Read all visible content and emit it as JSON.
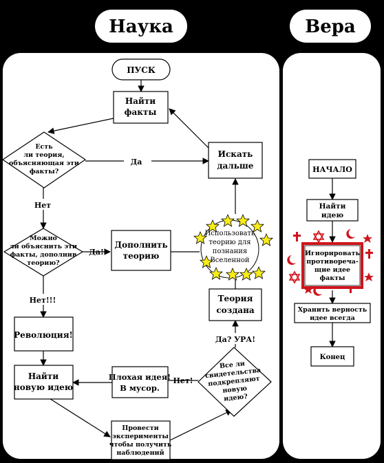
{
  "headers": {
    "science": "Наука",
    "faith": "Вера"
  },
  "science": {
    "start": "ПУСК",
    "find_facts": [
      "Найти",
      "факты"
    ],
    "decision_theory": [
      "Есть",
      "ли теория,",
      "объясняющая эти",
      "факты?"
    ],
    "yes_label": "Да",
    "look_further": [
      "Искать",
      "дальше"
    ],
    "no_label": "Нет",
    "decision_extend": [
      "Можно",
      "ли объяснить эти",
      "факты, дополнив",
      "теорию?"
    ],
    "yes_excl_label": "Да!",
    "extend_theory": [
      "Дополнить",
      "теорию"
    ],
    "use_theory": [
      "Использовать",
      "теорию для",
      "познания",
      "Вселенной"
    ],
    "no_excl_label": "Нет!!!",
    "revolution": "Революция!",
    "theory_created": [
      "Теория",
      "создана"
    ],
    "yes_hooray_label": "Да? УРА!",
    "find_new_idea": [
      "Найти",
      "новую идею"
    ],
    "bad_idea": [
      "Плохая идея!",
      "В мусор."
    ],
    "no_excl2_label": "Нет!",
    "decision_evidence": [
      "Все ли",
      "свидетельства",
      "подкрепляют",
      "новую",
      "идею?"
    ],
    "experiments": [
      "Провести",
      "эксперименты",
      "чтобы получить",
      "наблюдений"
    ]
  },
  "faith": {
    "start": "НАЧАЛО",
    "find_idea": [
      "Найти",
      "идею"
    ],
    "ignore": [
      "Игнорировать",
      "противоречa-",
      "щие идее",
      "факты"
    ],
    "stay_true": [
      "Хранить верность",
      "идее всегда"
    ],
    "end": "Конец"
  },
  "colors": {
    "background": "#000000",
    "panel": "#ffffff",
    "star": "#f7ec1a",
    "faith_accent": "#d0141c"
  }
}
